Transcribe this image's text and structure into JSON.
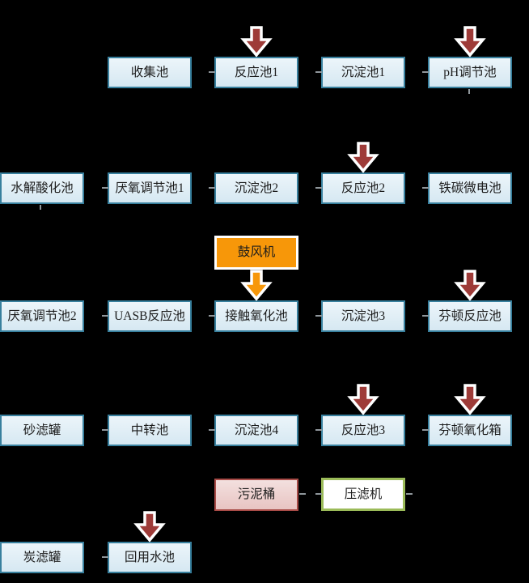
{
  "diagram_title": "wastewater-treatment-process-flow",
  "nodes": {
    "collect": "收集池",
    "reaction1": "反应池1",
    "sediment1": "沉淀池1",
    "ph_adjust": "pH调节池",
    "hydrolysis": "水解酸化池",
    "anaerobic1": "厌氧调节池1",
    "sediment2": "沉淀池2",
    "reaction2": "反应池2",
    "iron_carbon": "铁碳微电池",
    "blower": "鼓风机",
    "anaerobic2": "厌氧调节池2",
    "uasb": "UASB反应池",
    "contact_oxidation": "接触氧化池",
    "sediment3": "沉淀池3",
    "fenton_reaction": "芬顿反应池",
    "sand_filter": "砂滤罐",
    "transfer": "中转池",
    "sediment4": "沉淀池4",
    "reaction3": "反应池3",
    "fenton_oxidation": "芬顿氧化箱",
    "sludge": "污泥桶",
    "filter_press": "压滤机",
    "carbon_filter": "炭滤罐",
    "reuse": "回用水池"
  },
  "colors": {
    "background": "#000000",
    "node_border": "#38809E",
    "node_fill_top": "#ECF5FA",
    "node_fill_bottom": "#D6E8F2",
    "blower_fill": "#F79709",
    "sludge_border": "#A84B47",
    "sludge_fill_top": "#F3E0DF",
    "sludge_fill_bottom": "#E8C4C2",
    "press_border": "#9BBB59",
    "arrow_red": "#9E3B38",
    "arrow_orange": "#F79709"
  }
}
